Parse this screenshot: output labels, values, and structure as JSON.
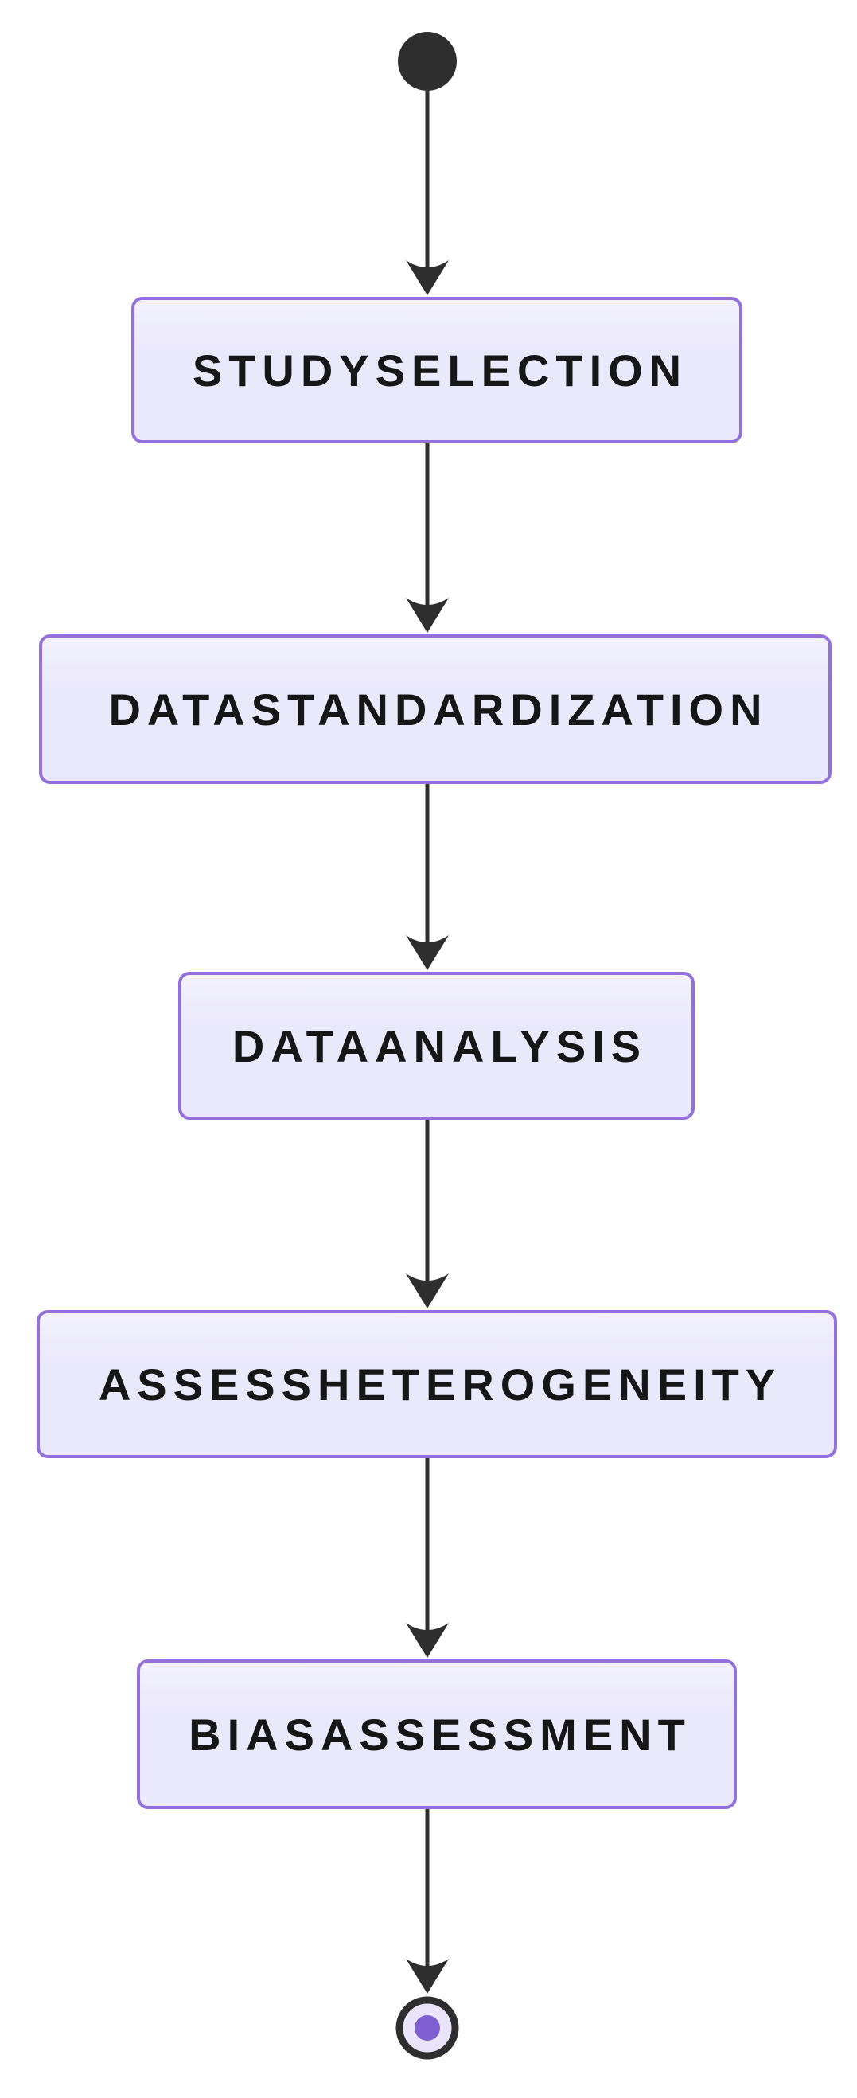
{
  "diagram": {
    "type": "state-flow",
    "colors": {
      "state_fill": "#EAE8FB",
      "state_border": "#9370DB",
      "state_text": "#161616",
      "edge": "#2E2E2E",
      "start_node": "#2E2E2E",
      "end_node_ring": "#2E2E2E",
      "end_node_inner_fill": "#E9E4FA",
      "end_node_dot": "#7E5FD2",
      "canvas_bg": "#FFFFFF"
    },
    "start_node": "start",
    "end_node": "end",
    "states": [
      {
        "label": "STUDYSELECTION"
      },
      {
        "label": "DATASTANDARDIZATION"
      },
      {
        "label": "DATAANALYSIS"
      },
      {
        "label": "ASSESSHETEROGENEITY"
      },
      {
        "label": "BIASASSESSMENT"
      }
    ],
    "edges": [
      {
        "from": "start",
        "to": "STUDYSELECTION"
      },
      {
        "from": "STUDYSELECTION",
        "to": "DATASTANDARDIZATION"
      },
      {
        "from": "DATASTANDARDIZATION",
        "to": "DATAANALYSIS"
      },
      {
        "from": "DATAANALYSIS",
        "to": "ASSESSHETEROGENEITY"
      },
      {
        "from": "ASSESSHETEROGENEITY",
        "to": "BIASASSESSMENT"
      },
      {
        "from": "BIASASSESSMENT",
        "to": "end"
      }
    ]
  }
}
